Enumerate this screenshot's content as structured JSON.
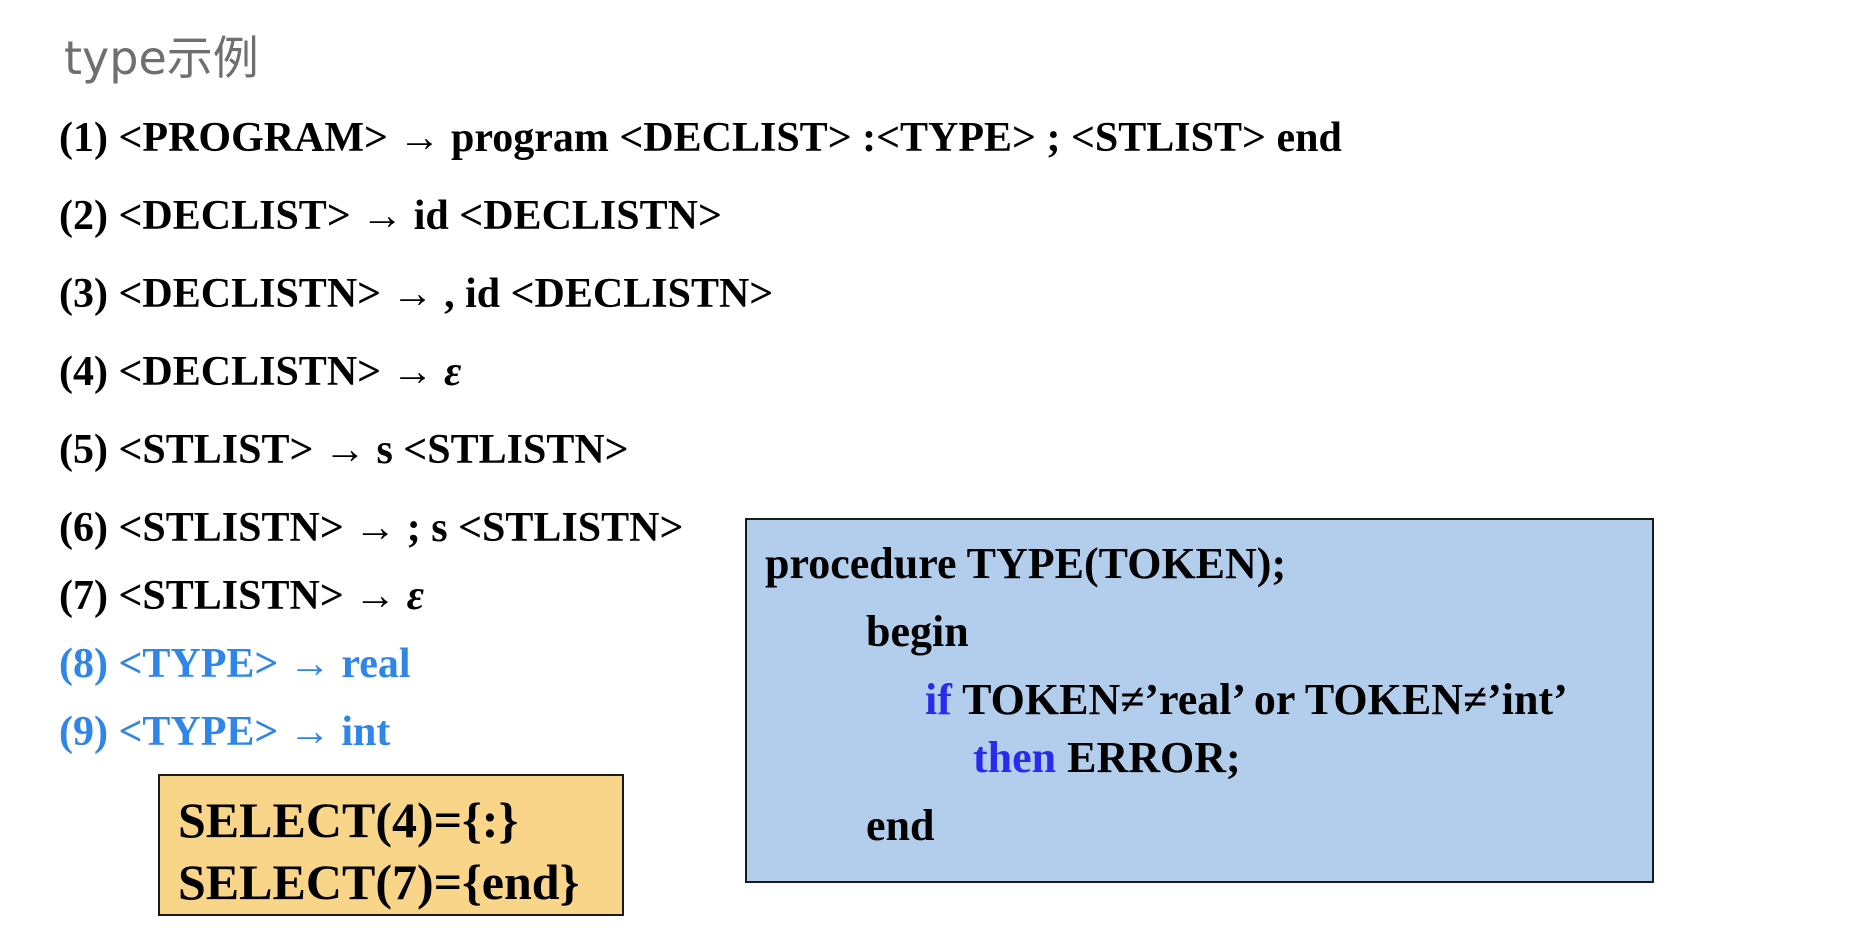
{
  "title": "type示例",
  "rules": [
    {
      "num": "(1)",
      "lhs": "<PROGRAM>",
      "arrow": "→",
      "rhs": "program <DECLIST> :<TYPE> ; <STLIST> end"
    },
    {
      "num": "(2)",
      "lhs": "<DECLIST>",
      "arrow": "→",
      "rhs": "id <DECLISTN>"
    },
    {
      "num": "(3)",
      "lhs": "<DECLISTN>",
      "arrow": "→",
      "rhs": ", id <DECLISTN>"
    },
    {
      "num": "(4)",
      "lhs": "<DECLISTN>",
      "arrow": "→",
      "rhs": "ε"
    },
    {
      "num": "(5)",
      "lhs": "<STLIST>",
      "arrow": "→",
      "rhs": "s <STLISTN>"
    },
    {
      "num": "(6)",
      "lhs": "<STLISTN>",
      "arrow": "→",
      "rhs": "; s <STLISTN>"
    },
    {
      "num": "(7)",
      "lhs": "<STLISTN>",
      "arrow": "→",
      "rhs": "ε"
    },
    {
      "num": "(8)",
      "lhs": "<TYPE>",
      "arrow": "→",
      "rhs": "real"
    },
    {
      "num": "(9)",
      "lhs": "<TYPE>",
      "arrow": "→",
      "rhs": "int"
    }
  ],
  "select_box": {
    "line1": "SELECT(4)={:}",
    "line2": "SELECT(7)={end}"
  },
  "procedure": {
    "header": "procedure TYPE(TOKEN);",
    "begin": "begin",
    "if_kw": "if",
    "condition": "TOKEN≠’real’ or TOKEN≠’int’",
    "then_kw": "then",
    "action": "ERROR;",
    "end": "end"
  },
  "colors": {
    "highlight_rules": "#2f86e8",
    "keyword": "#2a2aee",
    "select_box_bg": "#f9d58a",
    "procedure_box_bg": "#b3cded"
  }
}
